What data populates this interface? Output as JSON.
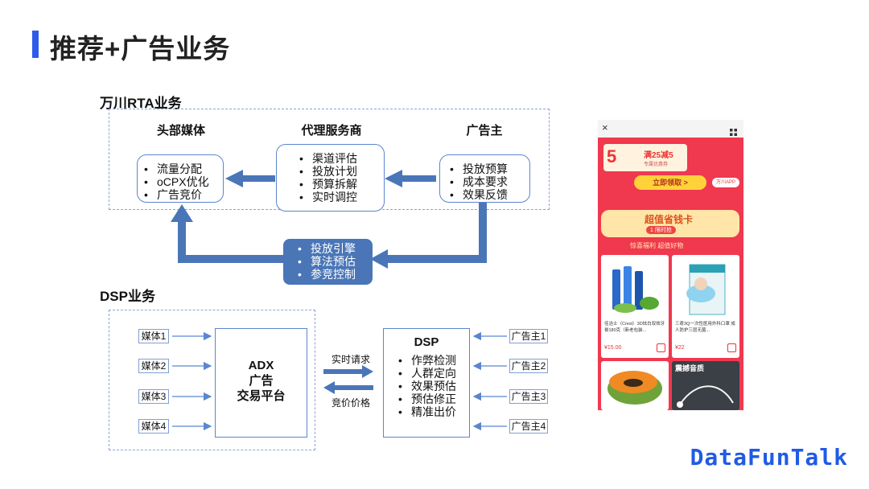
{
  "slide": {
    "title": "推荐+广告业务"
  },
  "rta": {
    "label": "万川RTA业务",
    "media": {
      "head": "头部媒体",
      "items": [
        "流量分配",
        "oCPX优化",
        "广告竞价"
      ]
    },
    "agency": {
      "head": "代理服务商",
      "items": [
        "渠道评估",
        "投放计划",
        "预算拆解",
        "实时调控"
      ]
    },
    "advertiser": {
      "head": "广告主",
      "items": [
        "投放预算",
        "成本要求",
        "效果反馈"
      ]
    },
    "engine": {
      "items": [
        "投放引擎",
        "算法预估",
        "参竞控制"
      ]
    }
  },
  "dsp_section": {
    "label": "DSP业务",
    "media": [
      "媒体1",
      "媒体2",
      "媒体3",
      "媒体4"
    ],
    "adx": {
      "line1": "ADX",
      "line2": "广告",
      "line3": "交易平台"
    },
    "request_label": "实时请求",
    "bid_label": "竞价价格",
    "dsp": {
      "title": "DSP",
      "items": [
        "作弊检测",
        "人群定向",
        "效果预估",
        "预估修正",
        "精准出价"
      ]
    },
    "advertisers": [
      "广告主1",
      "广告主2",
      "广告主3",
      "广告主4"
    ]
  },
  "phone": {
    "close_glyph": "×",
    "coupon_value": "5",
    "coupon_text": "满25减5",
    "coupon_sub": "专属优惠券",
    "claim_button": "立即领取 >",
    "app_tag": "万川APP",
    "banner": "超值省钱卡",
    "banner_sub": "1 限时抢",
    "welfare": "惊喜福利 超值好物",
    "product1_name": "佳洁士（Crest）3D炫白双效牙膏180克（新老包装...",
    "product1_price": "¥15.00",
    "product2_name": "三奇3Q一次性医用外科口罩 成人防护三层无菌...",
    "product2_price": "¥22",
    "product4_tag": "震撼音质",
    "brand_color": "#1f5be6"
  },
  "brand": "DataFunTalk"
}
